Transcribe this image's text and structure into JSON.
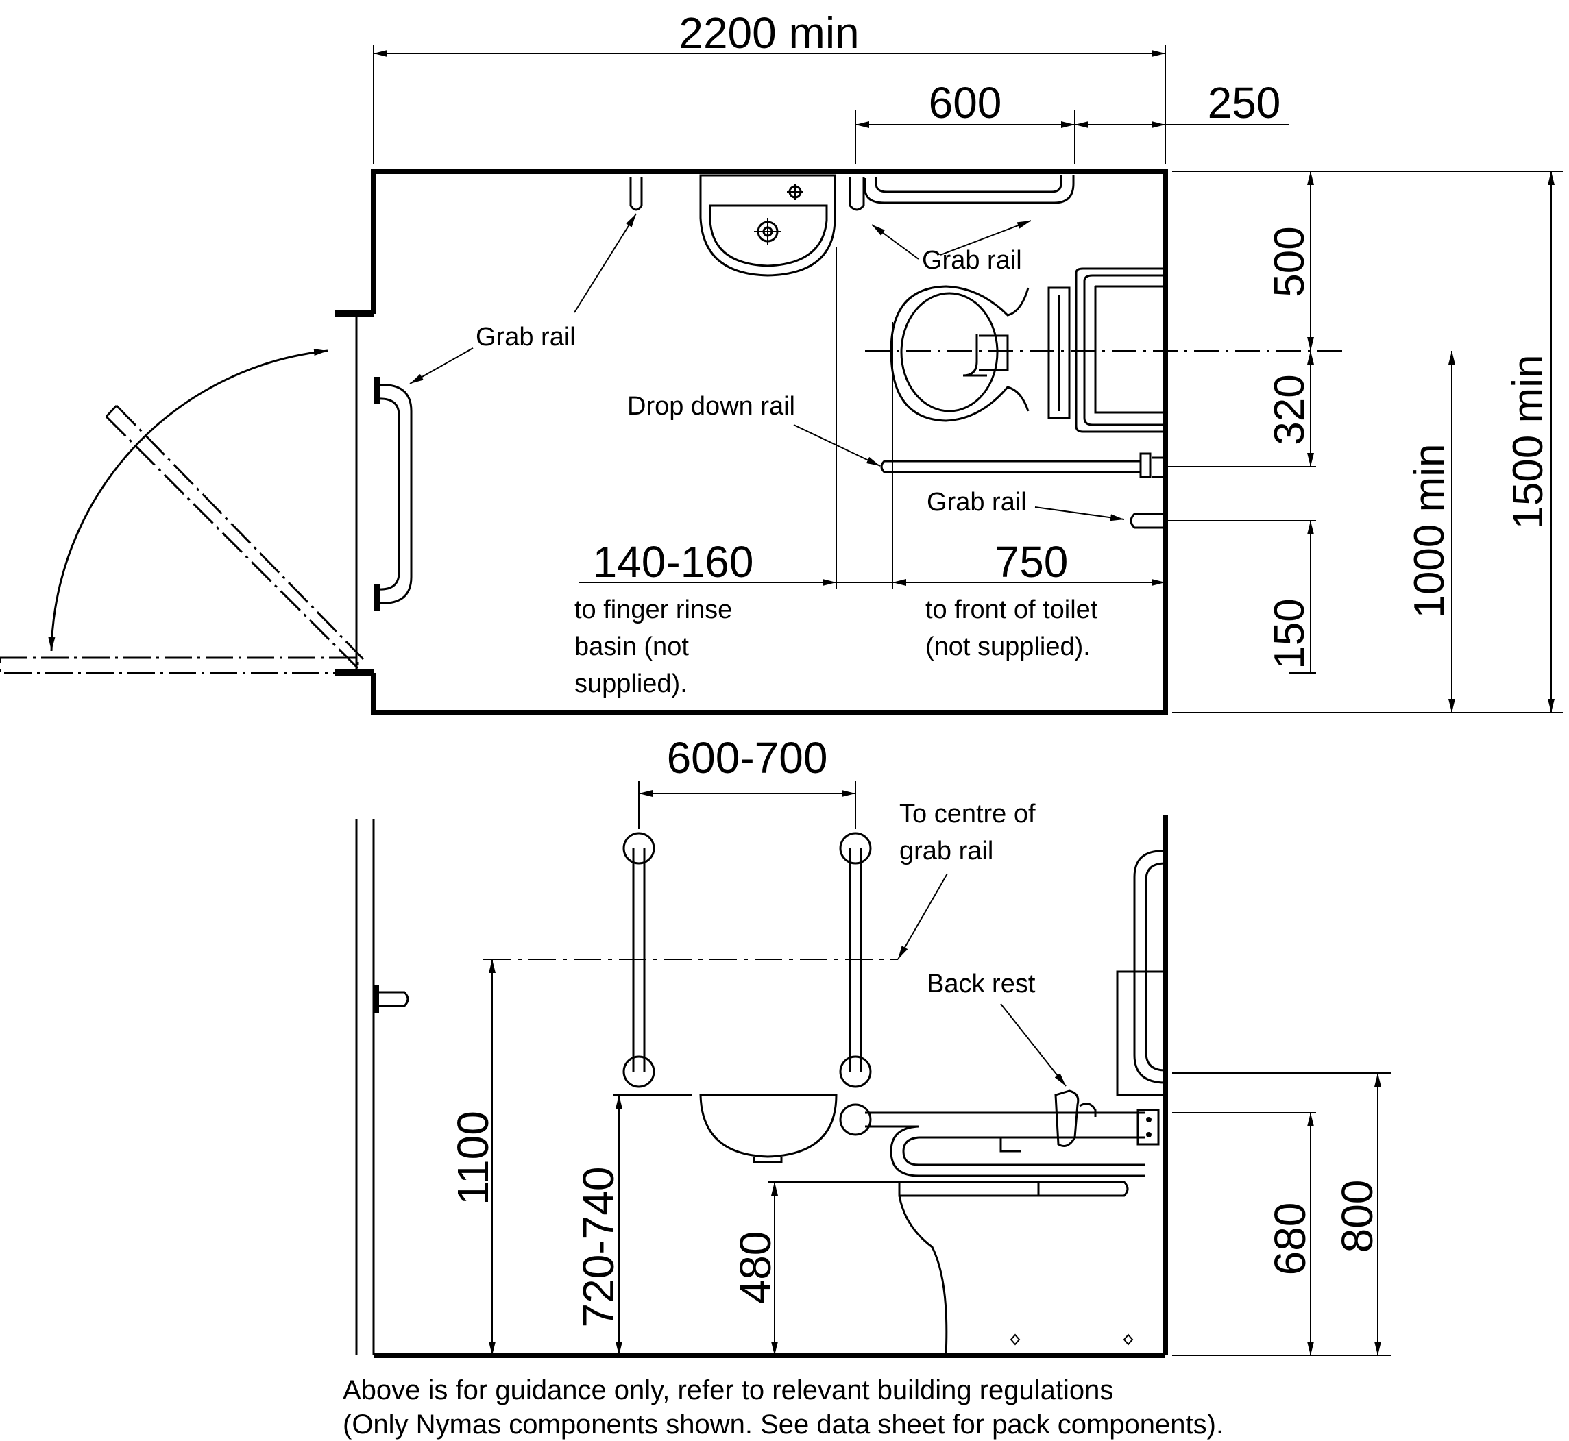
{
  "plan": {
    "dims": {
      "width_total": "2200 min",
      "rail_600": "600",
      "rail_250": "250",
      "d500": "500",
      "d320": "320",
      "d150": "150",
      "d1000": "1000 min",
      "d1500": "1500 min",
      "d140_160": "140-160",
      "d750": "750"
    },
    "labels": {
      "grab_rail_top": "Grab rail",
      "grab_rail_right": "Grab rail",
      "grab_rail_left": "Grab rail",
      "drop_down_rail": "Drop down rail",
      "grab_rail_lower": "Grab rail"
    },
    "basin_note": [
      "to finger rinse",
      "basin (not",
      "supplied)."
    ],
    "toilet_note": [
      "to front of toilet",
      "(not supplied)."
    ]
  },
  "elevation": {
    "dims": {
      "d600_700": "600-700",
      "d1100": "1100",
      "d720_740": "720-740",
      "d480": "480",
      "d680": "680",
      "d800": "800"
    },
    "labels": {
      "centre_line1": "To centre of",
      "centre_line2": "grab rail",
      "back_rest": "Back rest"
    }
  },
  "footer": {
    "line1": "Above is for guidance only, refer to relevant building regulations",
    "line2": "(Only Nymas components shown. See data sheet for pack components)."
  }
}
